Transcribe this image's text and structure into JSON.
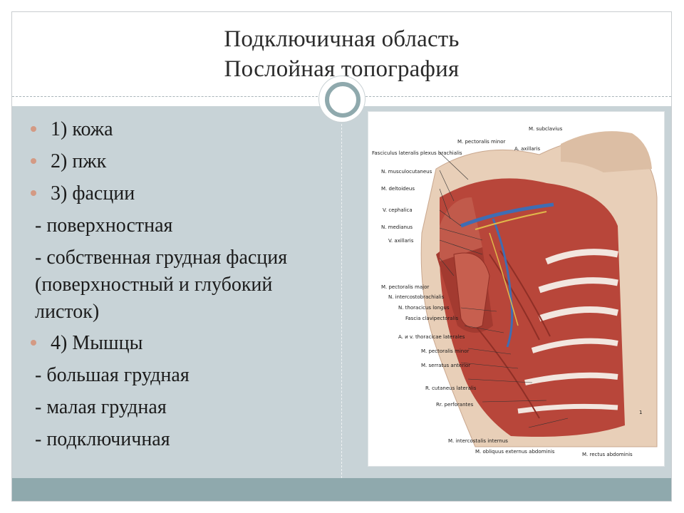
{
  "slide": {
    "title_line1": "Подключичная область",
    "title_line2": "Послойная топография"
  },
  "list": [
    {
      "type": "bullet",
      "text": "1) кожа"
    },
    {
      "type": "bullet",
      "text": "2) пжк"
    },
    {
      "type": "bullet",
      "text": "3) фасции"
    },
    {
      "type": "dash",
      "text": "- поверхностная"
    },
    {
      "type": "dash",
      "text": "- собственная грудная фасция (поверхностный и глубокий листок)"
    },
    {
      "type": "bullet",
      "text": "4) Мышцы"
    },
    {
      "type": "dash",
      "text": "- большая грудная"
    },
    {
      "type": "dash",
      "text": "- малая грудная"
    },
    {
      "type": "dash",
      "text": "- подключичная"
    }
  ],
  "figure_labels": [
    "M. subclavius",
    "M. pectoralis minor",
    "A. axillaris",
    "Fasciculus lateralis plexus brachialis",
    "N. musculocutaneus",
    "M. deltoideus",
    "V. cephalica",
    "N. medianus",
    "V. axillaris",
    "M. pectoralis major",
    "N. intercostobrachialis",
    "N. thoracicus longus",
    "Fascia clavipectoralis",
    "A. и v. thoracicae laterales",
    "M. pectoralis minor",
    "M. serratus anterior",
    "R. cutaneus lateralis",
    "Rr. perforantes",
    "M. intercostalis internus",
    "M. obliquus externus abdominis",
    "M. rectus abdominis",
    "1"
  ],
  "colors": {
    "body_bg": "#c8d3d7",
    "accent": "#8fa9ad",
    "bullet": "#d49a84",
    "muscle": "#b8463a"
  }
}
